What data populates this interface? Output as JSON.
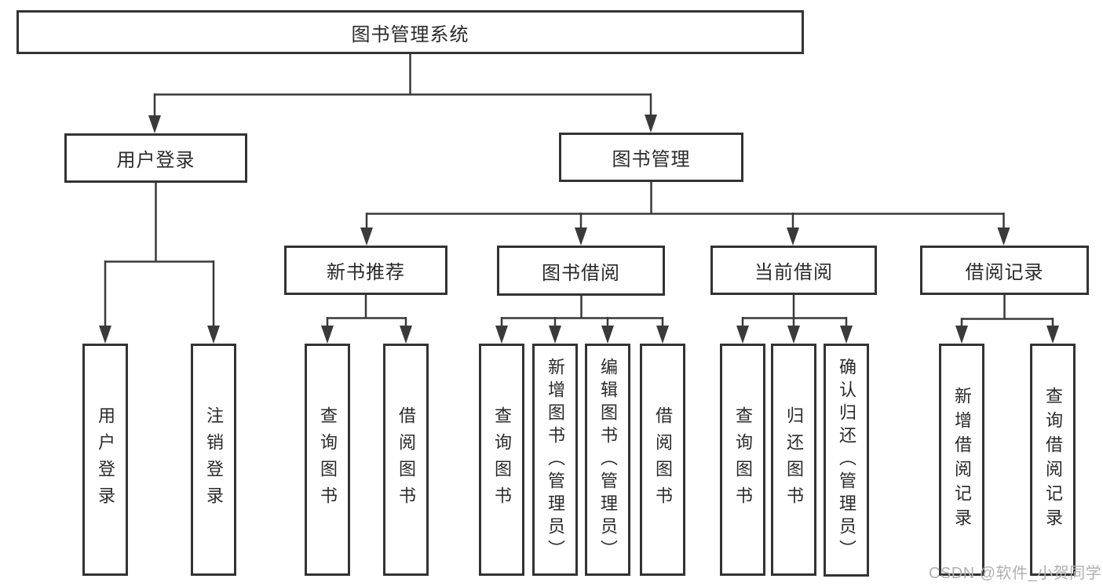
{
  "diagram": {
    "nodes": {
      "root": {
        "label": "图书管理系统"
      },
      "user_login": {
        "label": "用户登录"
      },
      "book_mgmt": {
        "label": "图书管理"
      },
      "new_book_rec": {
        "label": "新书推荐"
      },
      "book_borrow": {
        "label": "图书借阅"
      },
      "current_borrow": {
        "label": "当前借阅"
      },
      "borrow_records": {
        "label": "借阅记录"
      }
    },
    "leaves": [
      {
        "label": "用户登录"
      },
      {
        "label": "注销登录"
      },
      {
        "label": "查询图书"
      },
      {
        "label": "借阅图书"
      },
      {
        "label": "查询图书"
      },
      {
        "label": "新增图书（管理员）"
      },
      {
        "label": "编辑图书（管理员）"
      },
      {
        "label": "借阅图书"
      },
      {
        "label": "查询图书"
      },
      {
        "label": "归还图书"
      },
      {
        "label": "确认归还（管理员）"
      },
      {
        "label": "新增借阅记录"
      },
      {
        "label": "查询借阅记录"
      }
    ],
    "watermark": "CSDN @软件_小贺同学",
    "colors": {
      "line": "#3a3a3a",
      "box_border": "#333333",
      "text": "#2a2a2a",
      "background": "#ffffff",
      "watermark": "#b0b0b0"
    }
  }
}
